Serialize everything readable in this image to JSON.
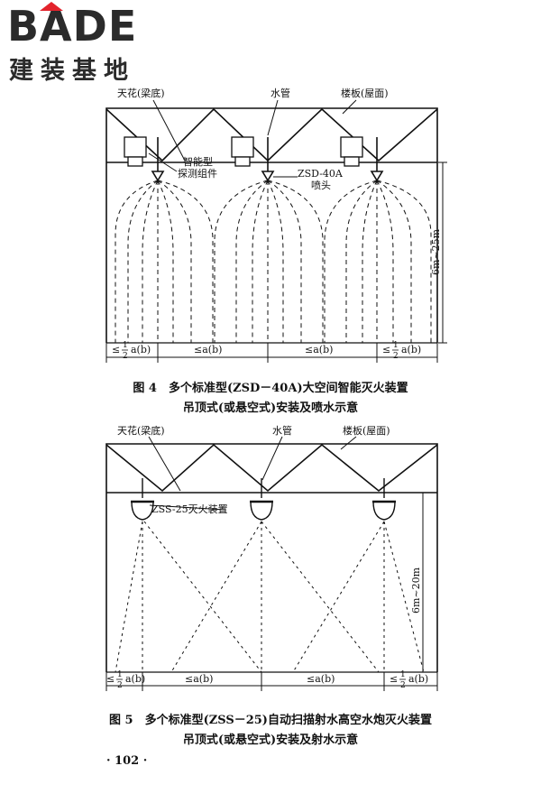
{
  "logo": {
    "brand": "BADE",
    "subtitle": "建装基地"
  },
  "figure4": {
    "label_ceiling": "天花(梁底)",
    "label_pipe": "水管",
    "label_floor": "楼板(屋面)",
    "label_detector_line1": "智能型",
    "label_detector_line2": "探测组件",
    "label_nozzle_line1": "ZSD-40A",
    "label_nozzle_line2": "喷头",
    "height_range": "6m~25m",
    "spacing_label": "≤a(b)",
    "half_prefix": "≤",
    "half_numerator": "1",
    "half_denominator": "2",
    "half_suffix": "a(b)",
    "caption_line1": "图 4　多个标准型(ZSD－40A)大空间智能灭火装置",
    "caption_line2": "吊顶式(或悬空式)安装及喷水示意"
  },
  "figure5": {
    "label_ceiling": "天花(梁底)",
    "label_pipe": "水管",
    "label_floor": "楼板(屋面)",
    "label_device": "ZSS-25灭火装置",
    "height_range": "6m~20m",
    "spacing_label": "≤a(b)",
    "half_prefix": "≤",
    "half_numerator": "1",
    "half_denominator": "2",
    "half_suffix": "a(b)",
    "caption_line1": "图 5　多个标准型(ZSS－25)自动扫描射水高空水炮灭火装置",
    "caption_line2": "吊顶式(或悬空式)安装及射水示意"
  },
  "page": {
    "number": "· 102 ·"
  }
}
